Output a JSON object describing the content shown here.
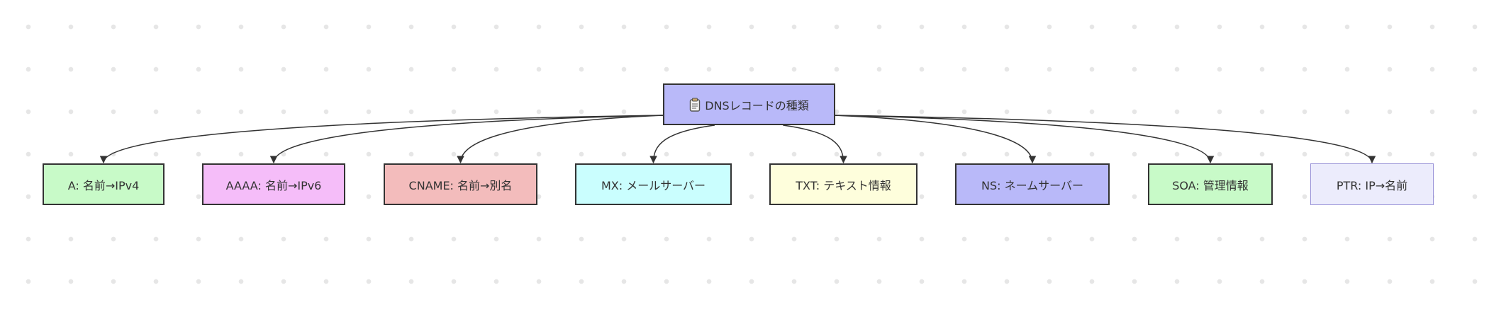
{
  "diagram": {
    "root": {
      "label": "DNSレコードの種類",
      "icon": "clipboard-icon",
      "fill": "#b9b9f9",
      "stroke": "#333333"
    },
    "children": [
      {
        "id": "a",
        "label": "A: 名前→IPv4",
        "fill": "#c8fac8",
        "stroke": "#333333"
      },
      {
        "id": "aaaa",
        "label": "AAAA: 名前→IPv6",
        "fill": "#f5bdf9",
        "stroke": "#333333"
      },
      {
        "id": "cname",
        "label": "CNAME: 名前→別名",
        "fill": "#f3bcbc",
        "stroke": "#333333"
      },
      {
        "id": "mx",
        "label": "MX: メールサーバー",
        "fill": "#cafefe",
        "stroke": "#333333"
      },
      {
        "id": "txt",
        "label": "TXT: テキスト情報",
        "fill": "#fefedc",
        "stroke": "#333333"
      },
      {
        "id": "ns",
        "label": "NS: ネームサーバー",
        "fill": "#b9b9f9",
        "stroke": "#333333"
      },
      {
        "id": "soa",
        "label": "SOA: 管理情報",
        "fill": "#c8fac8",
        "stroke": "#333333"
      },
      {
        "id": "ptr",
        "label": "PTR: IP→名前",
        "fill": "#ececfc",
        "stroke": "#9a93d8"
      }
    ],
    "edge_color": "#333333"
  }
}
